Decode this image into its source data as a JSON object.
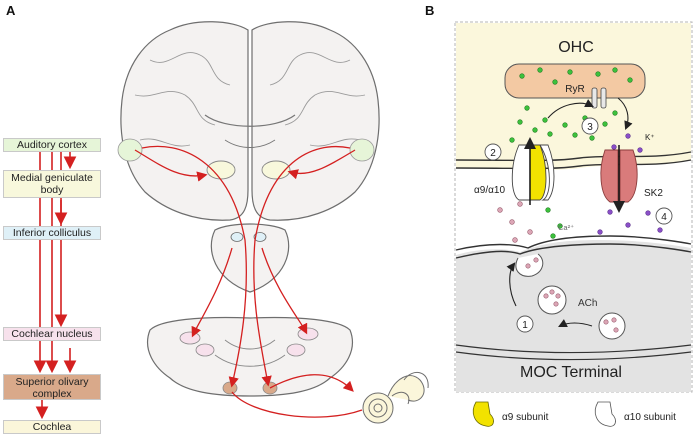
{
  "panel_a": {
    "letter": "A",
    "pathway_labels": [
      {
        "text": "Auditory cortex",
        "color": "#e6f5d8"
      },
      {
        "text": "Medial geniculate body",
        "color": "#f8f8dc"
      },
      {
        "text": "Inferior colliculus",
        "color": "#dff0f7"
      },
      {
        "text": "Cochlear nucleus",
        "color": "#f7e1ec"
      },
      {
        "text": "Superior olivary complex",
        "color": "#d9a98a"
      },
      {
        "text": "Cochlea",
        "color": "#fbf6da"
      }
    ]
  },
  "panel_b": {
    "letter": "B",
    "cell_label": "OHC",
    "terminal_label": "MOC Terminal",
    "store_label": "RyR",
    "k_label": "K⁺",
    "ca_label": "Ca²⁺",
    "receptor_label": "α9/α10",
    "channel_label": "SK2",
    "transmitter_label": "ACh",
    "steps": [
      "1",
      "2",
      "3",
      "4"
    ],
    "legend": [
      {
        "text": "α9 subunit",
        "color": "#f2e200"
      },
      {
        "text": "α10 subunit",
        "color": "#ffffff"
      }
    ]
  },
  "colors": {
    "pathway_red": "#d42020",
    "ohc_fill": "#fbf7dc",
    "terminal_fill": "#e3e3e3",
    "store_fill": "#f3c9a3",
    "channel_fill": "#d97b7b",
    "green_dot": "#3cc13c",
    "purple_dot": "#8a4fc8",
    "pink_dot": "#dca6b6"
  }
}
